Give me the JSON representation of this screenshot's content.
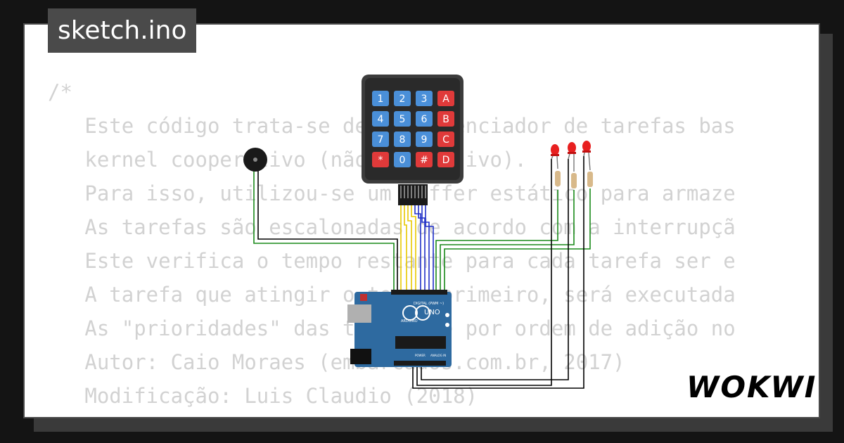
{
  "filename": "sketch.ino",
  "brand": "WOKWI",
  "code_lines": [
    "/*",
    "   Este código trata-se de um gerenciador de tarefas bas",
    "   kernel cooperativo (não-preemptivo).",
    "   Para isso, utilizou-se um buffer estático para armaze",
    "   As tarefas são escalonadas de acordo com a interrupçã",
    "   Este verifica o tempo restante para cada tarefa ser e",
    "   A tarefa que atingir o tempo primeiro, será executada",
    "   As \"prioridades\" das tarefas é por ordem de adição no",
    "   Autor: Caio Moraes (embarcados.com.br, 2017)",
    "   Modificação: Luis Claudio (2018)",
    "*/"
  ],
  "keypad": {
    "rows": [
      [
        "1",
        "2",
        "3",
        "A"
      ],
      [
        "4",
        "5",
        "6",
        "B"
      ],
      [
        "7",
        "8",
        "9",
        "C"
      ],
      [
        "*",
        "0",
        "#",
        "D"
      ]
    ]
  },
  "arduino": {
    "logo_text": "UNO",
    "brand_text": "ARDUINO",
    "digital_label": "DIGITAL (PWM ~)",
    "power_label": "POWER",
    "analog_label": "ANALOG IN"
  },
  "colors": {
    "background": "#141414",
    "card": "#ffffff",
    "code_text": "#d2d2d2",
    "tag_background": "#4a4a4a",
    "keypad_body": "#3c3c3c",
    "key_blue": "#4a8fd8",
    "key_red": "#e03a3a",
    "arduino_board": "#2e6aa0",
    "wire_green": "#1a8a1a",
    "wire_yellow": "#e8c800",
    "wire_blue": "#2030c8",
    "wire_black": "#000000",
    "led_red": "#e82020"
  }
}
